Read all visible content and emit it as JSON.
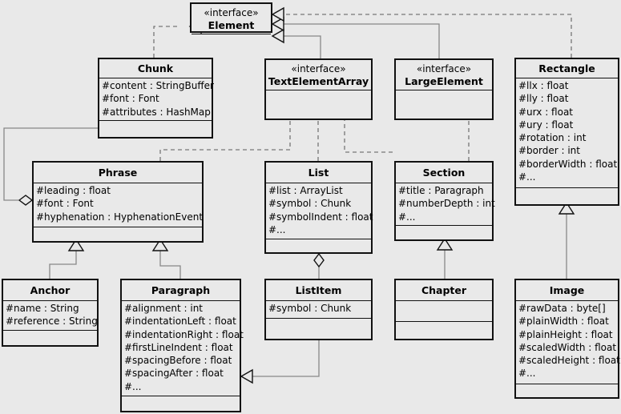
{
  "classes": {
    "element": {
      "stereotype": "«interface»",
      "name": "Element",
      "attributes": []
    },
    "chunk": {
      "name": "Chunk",
      "attributes": [
        "#content : StringBuffer",
        "#font : Font",
        "#attributes : HashMap"
      ]
    },
    "text_element_array": {
      "stereotype": "«interface»",
      "name": "TextElementArray",
      "attributes": []
    },
    "large_element": {
      "stereotype": "«interface»",
      "name": "LargeElement",
      "attributes": []
    },
    "rectangle": {
      "name": "Rectangle",
      "attributes": [
        "#llx : float",
        "#lly : float",
        "#urx : float",
        "#ury : float",
        "#rotation : int",
        "#border : int",
        "#borderWidth : float",
        "#..."
      ]
    },
    "phrase": {
      "name": "Phrase",
      "attributes": [
        "#leading : float",
        "#font : Font",
        "#hyphenation : HyphenationEvent"
      ]
    },
    "list": {
      "name": "List",
      "attributes": [
        "#list : ArrayList",
        "#symbol : Chunk",
        "#symbolIndent : float",
        "#..."
      ]
    },
    "section": {
      "name": "Section",
      "attributes": [
        "#title : Paragraph",
        "#numberDepth : int",
        "#..."
      ]
    },
    "anchor": {
      "name": "Anchor",
      "attributes": [
        "#name : String",
        "#reference : String"
      ]
    },
    "paragraph": {
      "name": "Paragraph",
      "attributes": [
        "#alignment : int",
        "#indentationLeft : float",
        "#indentationRight : float",
        "#firstLineIndent : float",
        "#spacingBefore : float",
        "#spacingAfter : float",
        "#..."
      ]
    },
    "list_item": {
      "name": "ListItem",
      "attributes": [
        "#symbol : Chunk"
      ]
    },
    "chapter": {
      "name": "Chapter",
      "attributes": []
    },
    "image": {
      "name": "Image",
      "attributes": [
        "#rawData : byte[]",
        "#plainWidth : float",
        "#plainHeight : float",
        "#scaledWidth : float",
        "#scaledHeight : float",
        "#..."
      ]
    }
  },
  "relations": [
    {
      "from": "Chunk",
      "to": "Element",
      "type": "realization"
    },
    {
      "from": "TextElementArray",
      "to": "Element",
      "type": "generalization"
    },
    {
      "from": "LargeElement",
      "to": "Element",
      "type": "generalization"
    },
    {
      "from": "Rectangle",
      "to": "Element",
      "type": "realization"
    },
    {
      "from": "Phrase",
      "to": "TextElementArray",
      "type": "realization"
    },
    {
      "from": "List",
      "to": "TextElementArray",
      "type": "realization"
    },
    {
      "from": "Section",
      "to": "TextElementArray",
      "type": "realization"
    },
    {
      "from": "Section",
      "to": "LargeElement",
      "type": "realization"
    },
    {
      "from": "Anchor",
      "to": "Phrase",
      "type": "generalization"
    },
    {
      "from": "Paragraph",
      "to": "Phrase",
      "type": "generalization"
    },
    {
      "from": "ListItem",
      "to": "Paragraph",
      "type": "generalization"
    },
    {
      "from": "Chapter",
      "to": "Section",
      "type": "generalization"
    },
    {
      "from": "Image",
      "to": "Rectangle",
      "type": "generalization"
    },
    {
      "from": "Chunk",
      "to": "Phrase",
      "type": "aggregation"
    },
    {
      "from": "ListItem",
      "to": "List",
      "type": "aggregation"
    }
  ]
}
